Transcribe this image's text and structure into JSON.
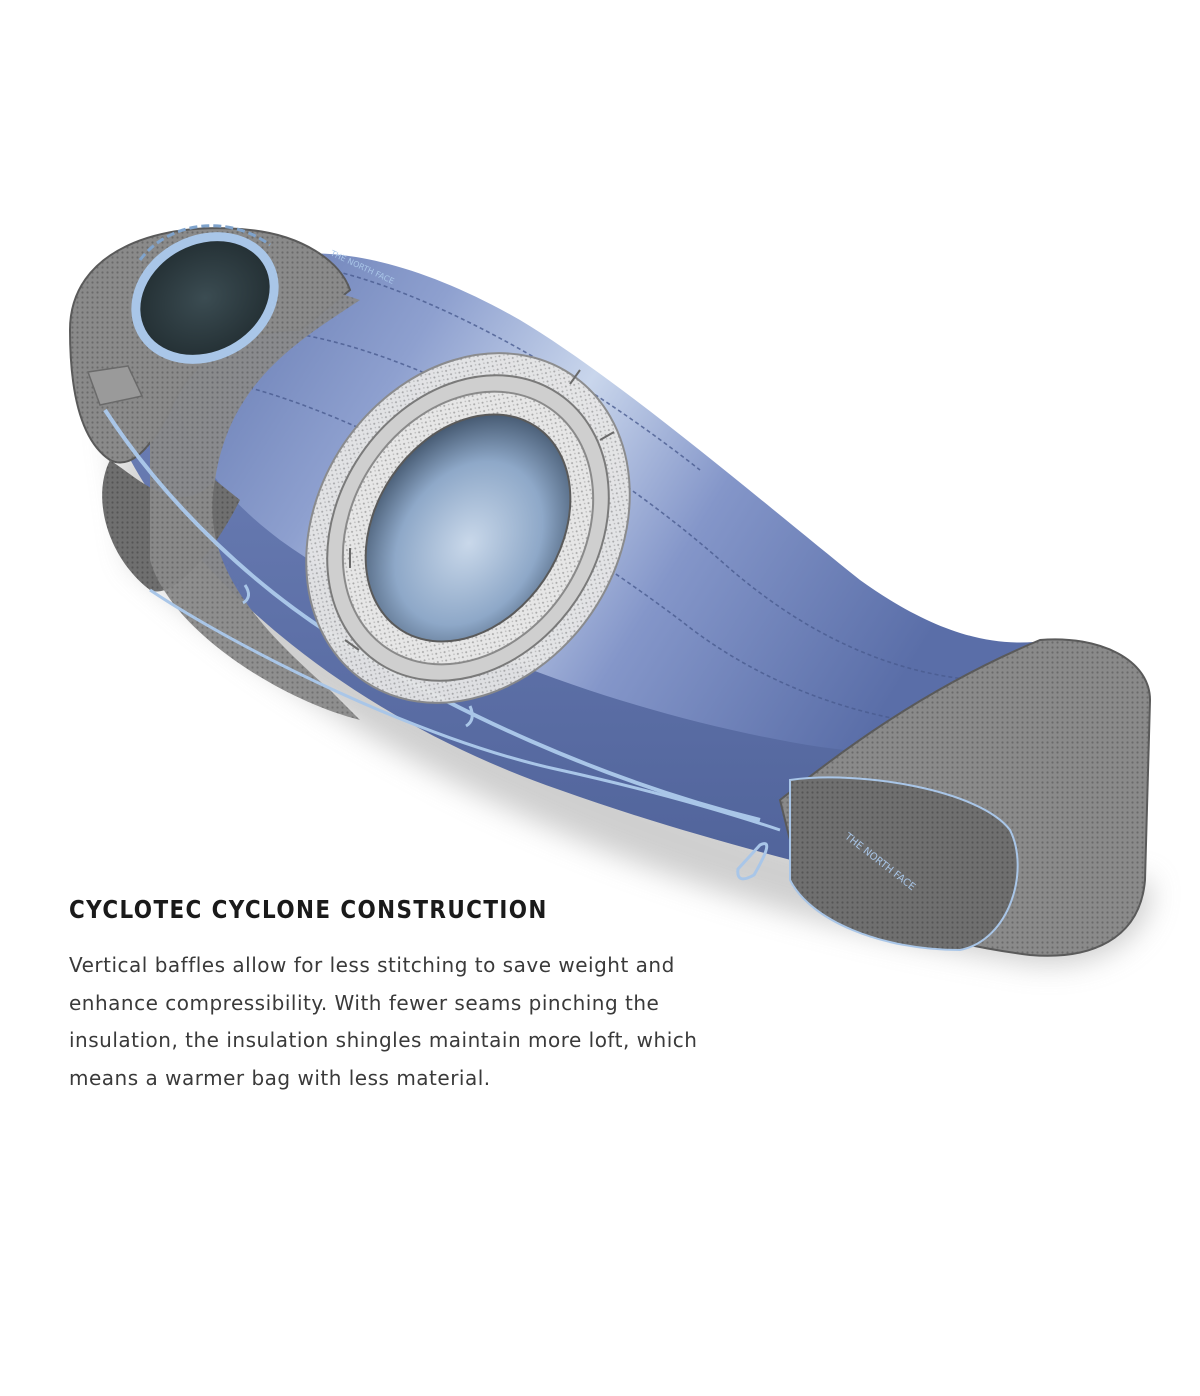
{
  "feature": {
    "title": "CYCLOTEC CYCLONE CONSTRUCTION",
    "description": "Vertical baffles allow for less stitching to save weight and enhance compressibility. With fewer seams pinching the insulation, the insulation shingles maintain more loft, which means a warmer bag with less material."
  },
  "illustration": {
    "subject": "sleeping-bag",
    "logo_text": "THE NORTH FACE",
    "colors": {
      "shell": "#6a7fb4",
      "shell_light": "#b9c9e4",
      "panel": "#808080",
      "panel_dark": "#5e5e5e",
      "trim": "#a9c6e8",
      "shadow": "#b5b5b5"
    }
  }
}
